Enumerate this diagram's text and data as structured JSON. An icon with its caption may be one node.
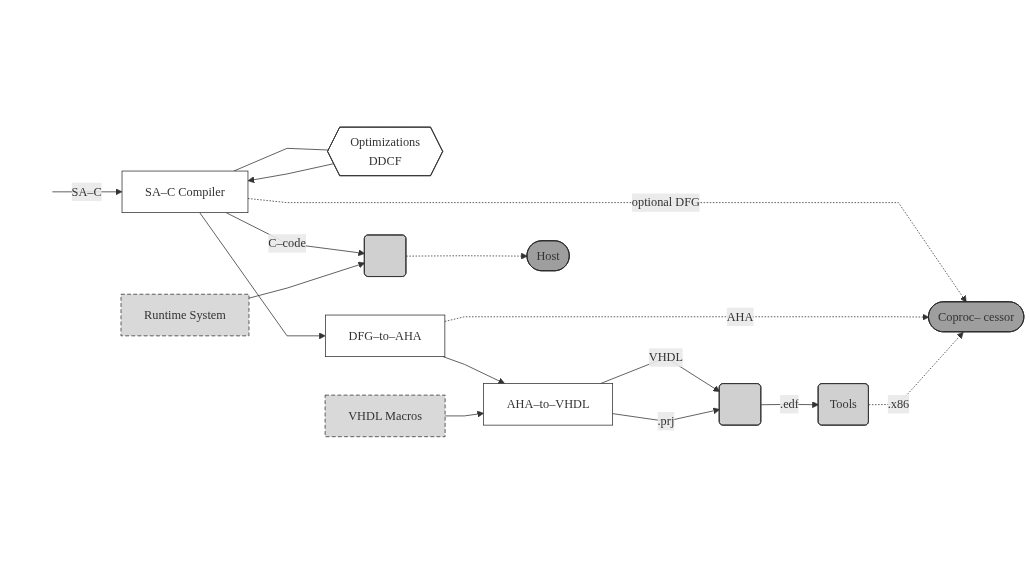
{
  "diagram": {
    "nodes": [
      {
        "text": [
          "SA–C Compiler"
        ]
      },
      {
        "text": [
          "Optimizations",
          "DDCF"
        ]
      },
      {
        "text": [
          "DFG–to–AHA"
        ]
      },
      {
        "text": [
          "VHDL Macros"
        ]
      },
      {
        "text": [
          "AHA–to–VHDL"
        ]
      },
      {
        "text": [],
        "shape": "box"
      },
      {
        "text": [
          "Host"
        ]
      },
      {
        "text": [
          "Coproc– cessor"
        ]
      },
      {
        "text": [
          "Tools"
        ]
      },
      {
        "text": [],
        "shape": "box"
      },
      {
        "text": [
          "Runtime System"
        ]
      }
    ],
    "edges": [
      {
        "from": null,
        "to": 0,
        "arrow": "to",
        "label": "SA–C"
      },
      {
        "from": 0,
        "to": 1,
        "arrow": "none"
      },
      {
        "from": 1,
        "to": 0,
        "arrow": "to"
      },
      {
        "from": 0,
        "to": 2,
        "arrow": "to"
      },
      {
        "from": 0,
        "to": 7,
        "arrow": "to",
        "label": "optional DFG",
        "style": "dashed"
      },
      {
        "from": 2,
        "to": 4,
        "arrow": "to"
      },
      {
        "from": 2,
        "to": 7,
        "arrow": "to",
        "label": "AHA",
        "style": "dashed"
      },
      {
        "from": 3,
        "to": 4,
        "arrow": "to"
      },
      {
        "from": 4,
        "to": 5,
        "arrow": "to",
        "label": "VHDL"
      },
      {
        "from": 4,
        "to": 5,
        "arrow": "to",
        "label": ".prj"
      },
      {
        "from": 5,
        "to": 8,
        "arrow": "to",
        "label": ".edf"
      },
      {
        "from": 8,
        "to": 7,
        "arrow": "to",
        "label": ".x86",
        "style": "dashed"
      },
      {
        "from": 0,
        "to": 9,
        "arrow": "to",
        "label": "C–code"
      },
      {
        "from": 9,
        "to": 6,
        "arrow": "to",
        "style": "dashed"
      },
      {
        "from": 10,
        "to": 9,
        "arrow": "to"
      }
    ]
  }
}
